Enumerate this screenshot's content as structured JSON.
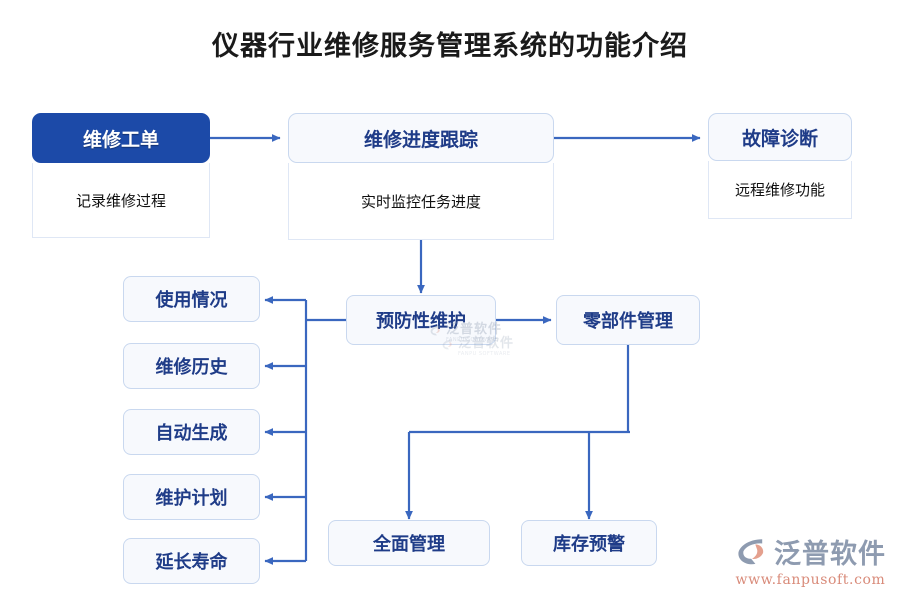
{
  "page": {
    "title": "仪器行业维修服务管理系统的功能介绍",
    "background": "#ffffff"
  },
  "colors": {
    "accent": "#1c4aa8",
    "node_text": "#1f3c88",
    "node_fill": "#f7f9fd",
    "node_border": "#c9d8ef",
    "body_fill": "#ffffff",
    "body_border": "#dfe7f5",
    "connector": "#3a67bf",
    "active_text": "#ffffff",
    "logo_text": "#8e9bb0",
    "logo_url": "#d98b7a"
  },
  "diagram": {
    "type": "flowchart",
    "top_cards": [
      {
        "id": "card-repair-order",
        "title": "维修工单",
        "body": "记录维修过程",
        "active": true
      },
      {
        "id": "card-progress-track",
        "title": "维修进度跟踪",
        "body": "实时监控任务进度",
        "active": false
      },
      {
        "id": "card-fault-diagnosis",
        "title": "故障诊断",
        "body": "远程维修功能",
        "active": false
      }
    ],
    "mid_nodes": [
      {
        "id": "node-preventive-maintenance",
        "label": "预防性维护"
      },
      {
        "id": "node-parts-management",
        "label": "零部件管理"
      }
    ],
    "left_nodes": [
      {
        "id": "node-usage-status",
        "label": "使用情况"
      },
      {
        "id": "node-repair-history",
        "label": "维修历史"
      },
      {
        "id": "node-auto-generate",
        "label": "自动生成"
      },
      {
        "id": "node-maintenance-plan",
        "label": "维护计划"
      },
      {
        "id": "node-extend-lifespan",
        "label": "延长寿命"
      }
    ],
    "bottom_nodes": [
      {
        "id": "node-full-management",
        "label": "全面管理"
      },
      {
        "id": "node-stock-warning",
        "label": "库存预警"
      }
    ],
    "edges": [
      {
        "from": "card-repair-order",
        "to": "card-progress-track",
        "style": "arrow-right"
      },
      {
        "from": "card-progress-track",
        "to": "card-fault-diagnosis",
        "style": "arrow-right"
      },
      {
        "from": "card-progress-track",
        "to": "node-preventive-maintenance",
        "style": "arrow-down"
      },
      {
        "from": "node-preventive-maintenance",
        "to": "node-parts-management",
        "style": "arrow-right"
      },
      {
        "from": "node-preventive-maintenance",
        "to": "node-usage-status",
        "style": "arrow-left"
      },
      {
        "from": "node-preventive-maintenance",
        "to": "node-repair-history",
        "style": "arrow-left"
      },
      {
        "from": "node-preventive-maintenance",
        "to": "node-auto-generate",
        "style": "arrow-left"
      },
      {
        "from": "node-preventive-maintenance",
        "to": "node-maintenance-plan",
        "style": "arrow-left"
      },
      {
        "from": "node-preventive-maintenance",
        "to": "node-extend-lifespan",
        "style": "arrow-left"
      },
      {
        "from": "node-parts-management",
        "to": "node-full-management",
        "style": "arrow-down"
      },
      {
        "from": "node-parts-management",
        "to": "node-stock-warning",
        "style": "arrow-down"
      }
    ]
  },
  "watermarks": [
    {
      "id": "watermark-preventive",
      "text": "泛普软件",
      "sub": "FANPU SOFTWARE"
    },
    {
      "id": "watermark-parts",
      "text": "泛普软件",
      "sub": "FANPU SOFTWARE"
    }
  ],
  "logo": {
    "name": "泛普软件",
    "url": "www.fanpusoft.com"
  }
}
